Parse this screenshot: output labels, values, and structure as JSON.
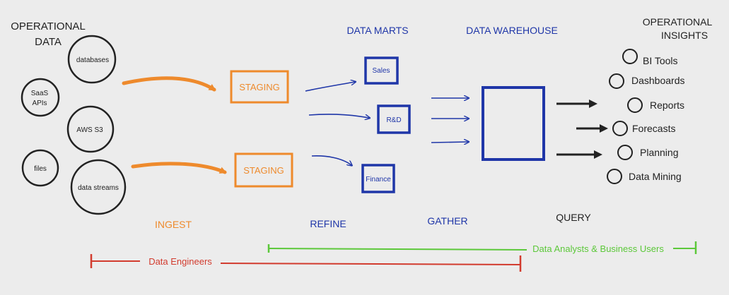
{
  "headings": {
    "operational_data_line1": "OPERATIONAL",
    "operational_data_line2": "DATA",
    "data_marts": "DATA MARTS",
    "data_warehouse": "DATA WAREHOUSE",
    "operational_insights_line1": "OPERATIONAL",
    "operational_insights_line2": "INSIGHTS"
  },
  "sources": {
    "databases": "databases",
    "saas_line1": "SaaS",
    "saas_line2": "APIs",
    "aws_s3": "AWS S3",
    "files": "files",
    "data_streams": "data streams"
  },
  "staging": {
    "top": "STAGING",
    "bottom": "STAGING"
  },
  "marts": {
    "sales": "Sales",
    "rnd": "R&D",
    "finance": "Finance"
  },
  "insights": [
    "BI Tools",
    "Dashboards",
    "Reports",
    "Forecasts",
    "Planning",
    "Data Mining"
  ],
  "stages": {
    "ingest": "INGEST",
    "refine": "REFINE",
    "gather": "GATHER",
    "query": "QUERY"
  },
  "roles": {
    "engineers": "Data Engineers",
    "analysts": "Data Analysts & Business Users"
  },
  "colors": {
    "orange": "#ee8a2c",
    "blue": "#1f36a8",
    "red": "#d23b2e",
    "green": "#5cc83a",
    "dark": "#222222",
    "background": "#ececec"
  }
}
